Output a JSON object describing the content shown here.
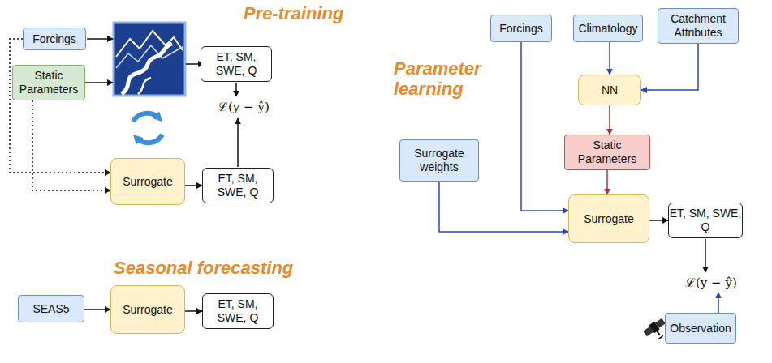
{
  "diagram": {
    "nodes": [
      {
        "text": [
          "Forcings"
        ]
      },
      {
        "text": [
          "Static Parameters"
        ]
      },
      {
        "text": [
          "ET, SM, SWE, Q"
        ]
      },
      {
        "text": [
          "Surrogate"
        ]
      },
      {
        "text": [
          "ET, SM, SWE, Q"
        ]
      },
      {
        "text": [
          "Forcings"
        ]
      },
      {
        "text": [
          "Climatology"
        ]
      },
      {
        "text": [
          "Catchment Attributes"
        ]
      },
      {
        "text": [
          "NN"
        ]
      },
      {
        "text": [
          "Static Parameters"
        ]
      },
      {
        "text": [
          "Surrogate weights"
        ]
      },
      {
        "text": [
          "Surrogate"
        ]
      },
      {
        "text": [
          "ET, SM, SWE, Q"
        ]
      },
      {
        "text": [
          "Observation"
        ]
      },
      {
        "text": [
          "SEAS5"
        ]
      },
      {
        "text": [
          "Surrogate"
        ]
      },
      {
        "text": [
          "ET, SM, SWE, Q"
        ]
      }
    ],
    "edges": [
      {
        "from": 0,
        "to": 3,
        "arrow": "to"
      },
      {
        "from": 1,
        "to": 3,
        "arrow": "to"
      },
      {
        "from": 3,
        "to": 4,
        "arrow": "to"
      },
      {
        "from": 6,
        "to": 8,
        "arrow": "to"
      },
      {
        "from": 7,
        "to": 8,
        "arrow": "to"
      },
      {
        "from": 8,
        "to": 9,
        "arrow": "to"
      },
      {
        "from": 9,
        "to": 11,
        "arrow": "to"
      },
      {
        "from": 5,
        "to": 11,
        "arrow": "to"
      },
      {
        "from": 10,
        "to": 11,
        "arrow": "to"
      },
      {
        "from": 11,
        "to": 12,
        "arrow": "to"
      },
      {
        "from": 14,
        "to": 15,
        "arrow": "to"
      },
      {
        "from": 15,
        "to": 16,
        "arrow": "to"
      }
    ],
    "labels": [
      "Pre-training",
      "ℒ(y − ŷ)",
      "Parameter learning",
      "ℒ(y − ŷ)",
      "Seasonal forecasting"
    ]
  }
}
